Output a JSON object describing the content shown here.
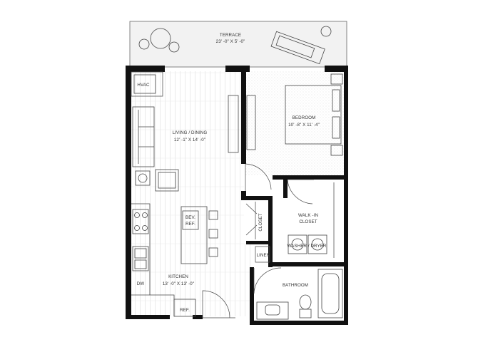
{
  "rooms": {
    "terrace": {
      "name": "TERRACE",
      "dims": "23' -0\" X 5' -0\""
    },
    "bedroom": {
      "name": "BEDROOM",
      "dims": "10' -8\" X 11' -4\""
    },
    "living_dining": {
      "name": "LIVING / DINING",
      "dims": "12' -1\" X 14' -0\""
    },
    "kitchen": {
      "name": "KITCHEN",
      "dims": "13' -0\" X 13' -0\""
    },
    "walk_in_closet": {
      "name_line1": "WALK -IN",
      "name_line2": "CLOSET"
    },
    "washer_dryer": "WASHER / DRYER",
    "bathroom": "BATHROOM",
    "closet": "CLOSET",
    "linen": "LINEN",
    "hvac": "HVAC"
  },
  "appliances": {
    "bev_ref_line1": "BEV.",
    "bev_ref_line2": "REF.",
    "refrigerator": "REF.",
    "dishwasher": "DW"
  },
  "colors": {
    "wall": "#111111",
    "floor_wood": "#e2e2e2",
    "carpet_dots": "#cfcfcf",
    "terrace": "#f2f2f2"
  }
}
